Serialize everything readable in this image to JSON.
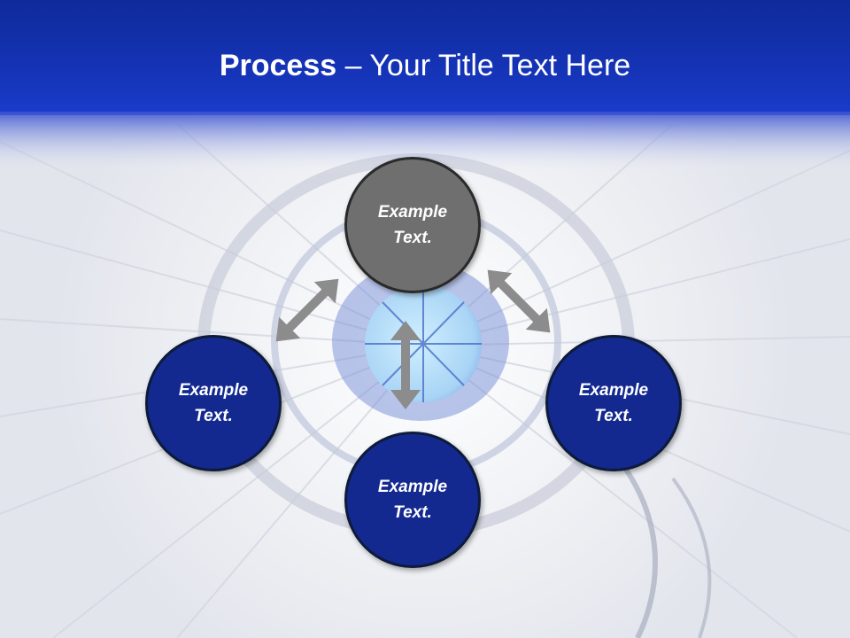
{
  "slide": {
    "title_bold": "Process",
    "title_rest": " – Your Title Text Here"
  },
  "nodes": [
    {
      "id": "top",
      "line1": "Example",
      "line2": "Text.",
      "color": "#6f6f6f"
    },
    {
      "id": "left",
      "line1": "Example",
      "line2": "Text.",
      "color": "#13298f"
    },
    {
      "id": "bottom",
      "line1": "Example",
      "line2": "Text.",
      "color": "#13298f"
    },
    {
      "id": "right",
      "line1": "Example",
      "line2": "Text.",
      "color": "#13298f"
    }
  ],
  "colors": {
    "title_bar": "#1533b3",
    "arrow": "#8c8c8c"
  }
}
